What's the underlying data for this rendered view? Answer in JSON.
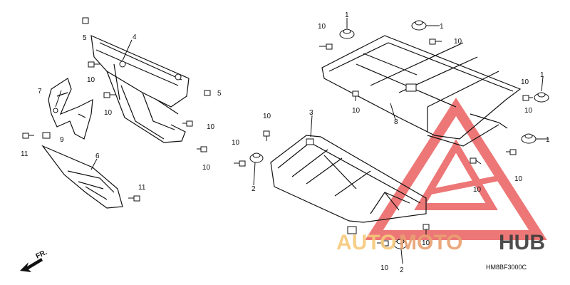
{
  "callouts": {
    "c1": "5",
    "c2": "4",
    "c3": "10",
    "c4": "5",
    "c5": "10",
    "c6": "7",
    "c7": "10",
    "c8": "9",
    "c9": "11",
    "c10": "10",
    "c11": "6",
    "c12": "11",
    "c13": "10",
    "c14": "1",
    "c15": "1",
    "c16": "10",
    "c17": "10",
    "c18": "8",
    "c19": "10",
    "c20": "1",
    "c21": "10",
    "c22": "10",
    "c23": "1",
    "c24": "10",
    "c25": "3",
    "c26": "10",
    "c27": "2",
    "c28": "10",
    "c29": "10",
    "c30": "2",
    "c31": "10"
  },
  "front_arrow_label": "FR.",
  "diagram_code": "HM8BF3000C",
  "watermark": {
    "part1": "AUTO",
    "part2": "MOTO",
    "part3": "HUB",
    "color_auto": "#f5c97a",
    "color_moto": "#e8a070",
    "color_hub": "#3a3a3a",
    "logo_color": "#e84a4a"
  }
}
